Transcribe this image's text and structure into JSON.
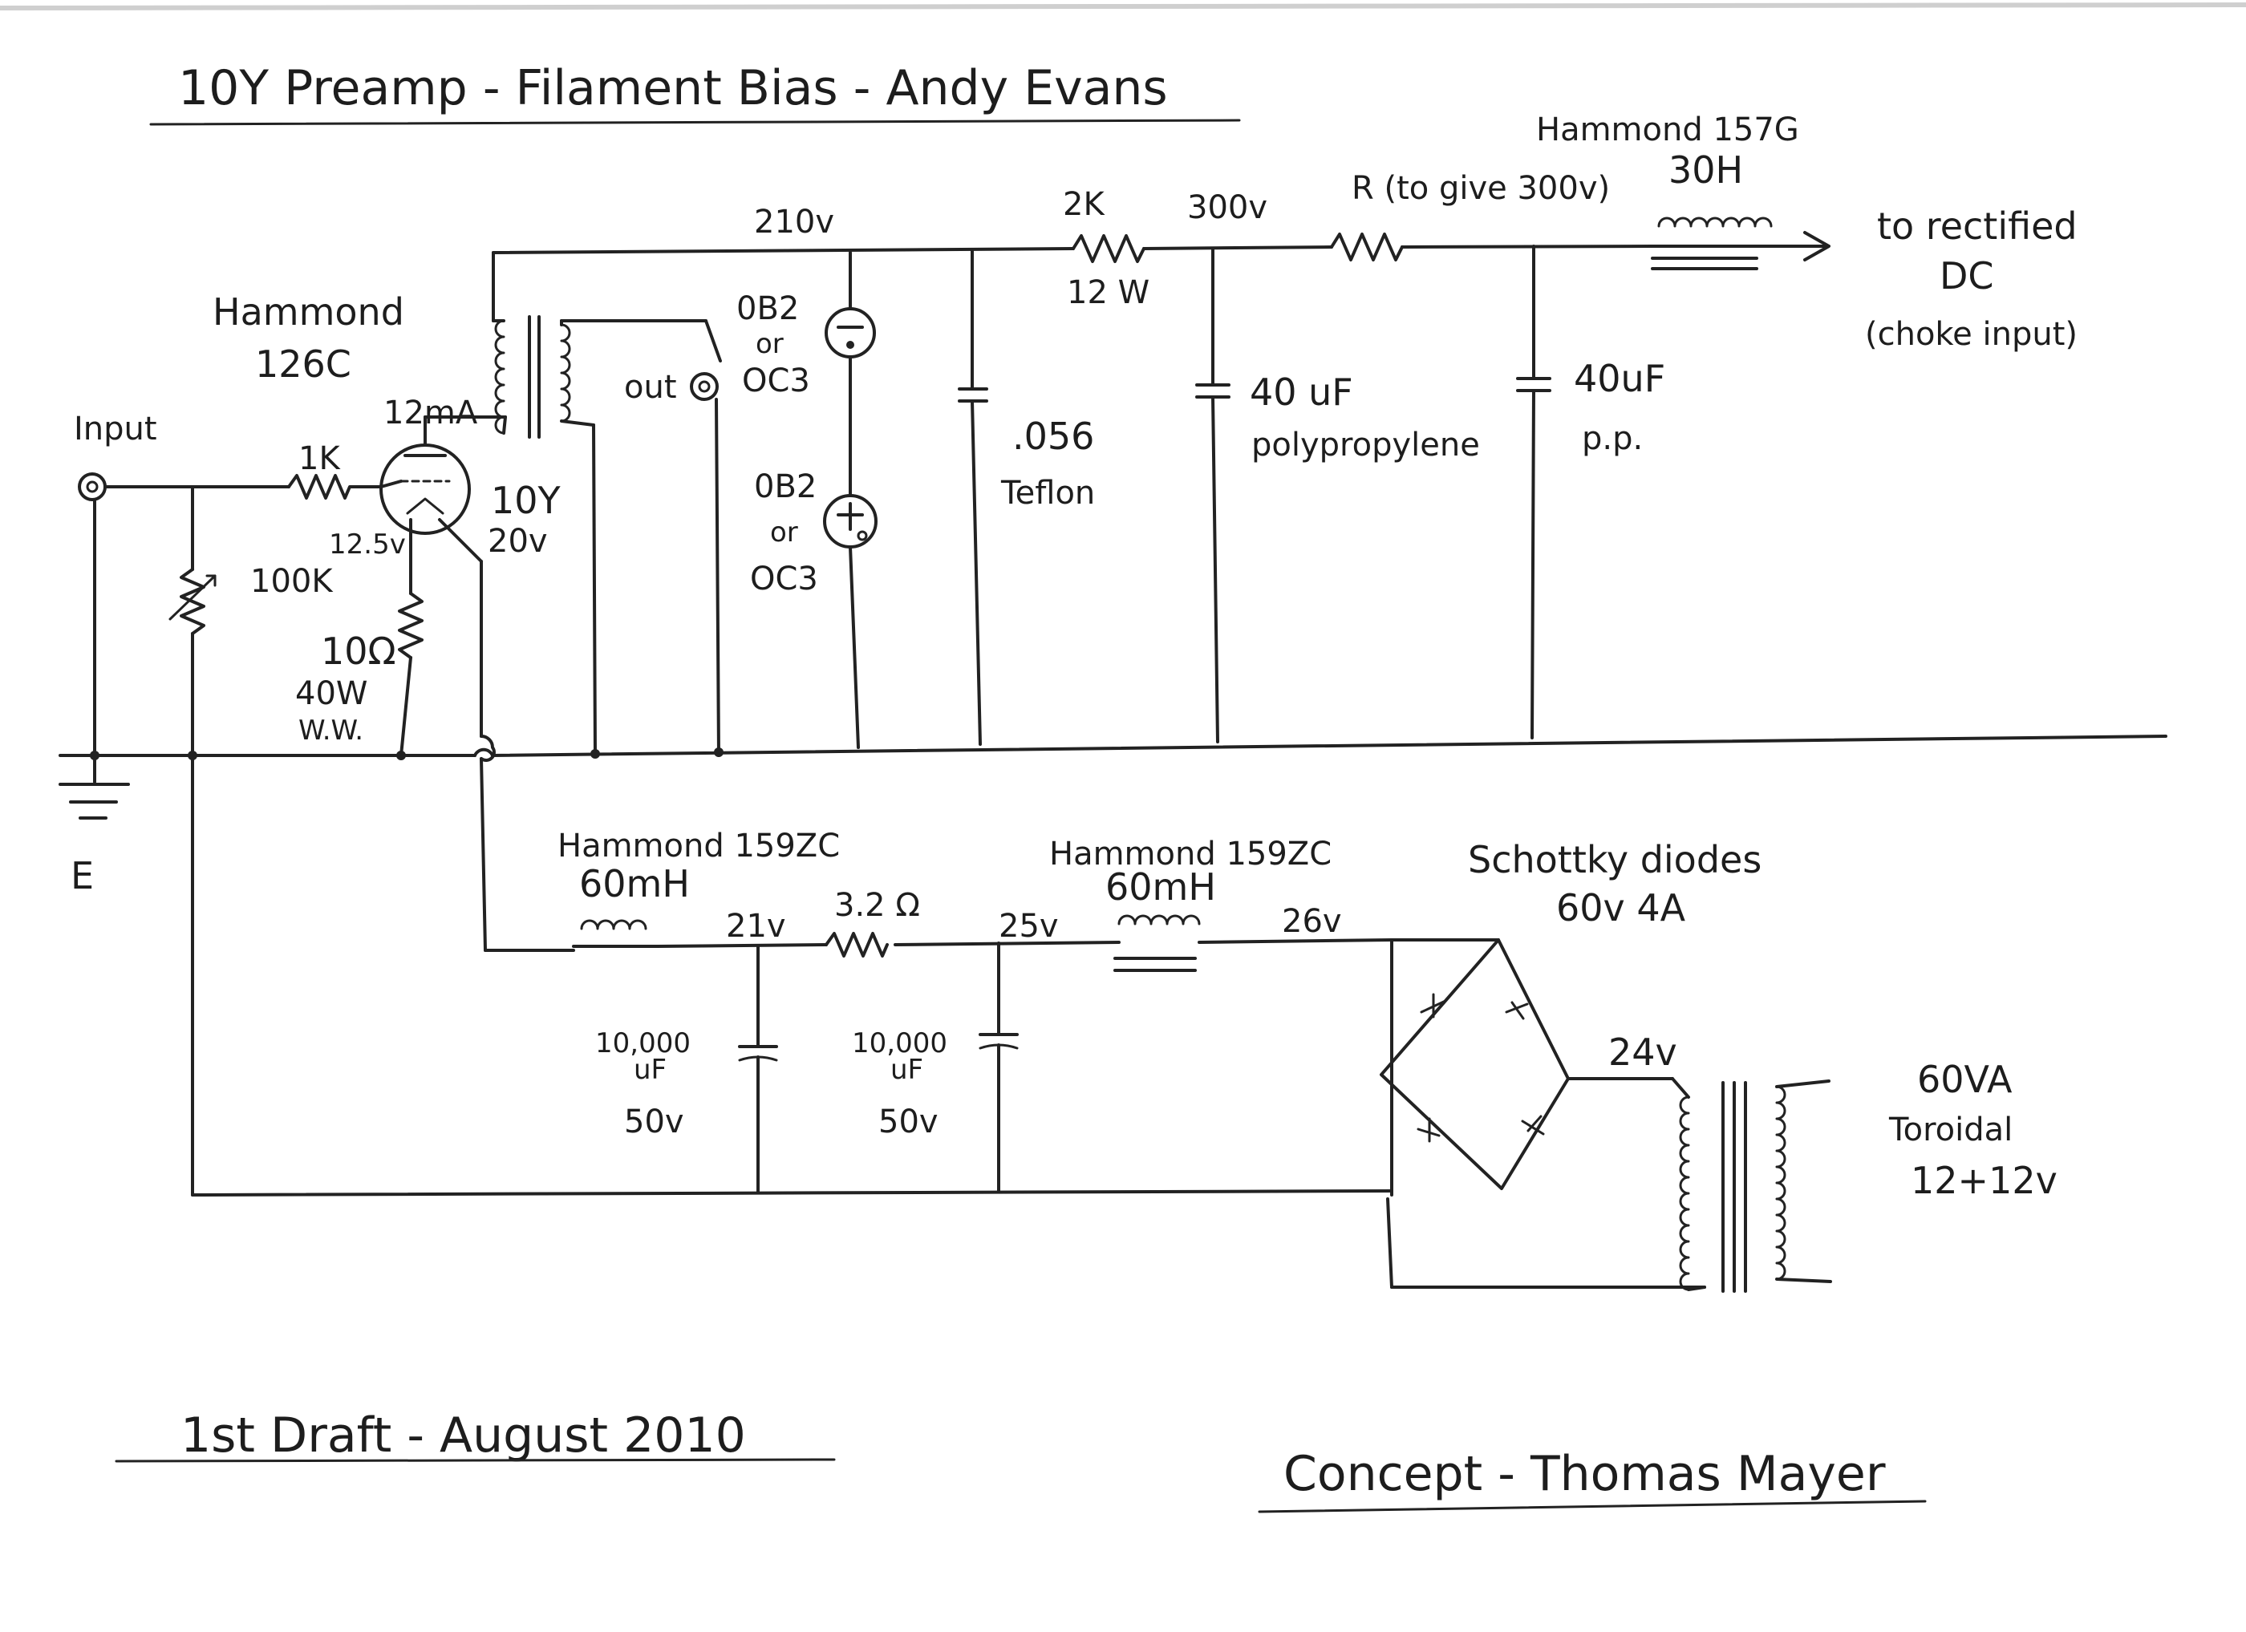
{
  "title": "10Y Preamp - Filament Bias - Andy Evans",
  "footer": {
    "draft": "1st Draft - August 2010",
    "concept": "Concept - Thomas Mayer"
  },
  "labels": {
    "input": "Input",
    "ground": "E",
    "out": "out",
    "r_1k": "1K",
    "pot_100k": "100K",
    "output_transformer_brand": "Hammond",
    "output_transformer_model": "126C",
    "plate_current": "12mA",
    "tube": "10Y",
    "tube_v1": "12.5v",
    "tube_v2": "20v",
    "r_10": "10Ω",
    "r_10_power": "40W",
    "r_10_type": "W.W.",
    "hv_210": "210v",
    "vr_tube1": "0B2",
    "vr_or1": "or",
    "vr_alt1": "OC3",
    "vr_tube2": "0B2",
    "vr_or2": "or",
    "vr_alt2": "OC3",
    "cap_056": ".056",
    "cap_056_type": "Teflon",
    "r_2k": "2K",
    "r_2k_power": "12 W",
    "hv_300": "300v",
    "r_adj": "R (to give 300v)",
    "cap_40_pp": "40 uF",
    "cap_40_pp_type": "polypropylene",
    "choke_brand": "Hammond 157G",
    "choke_value": "30H",
    "cap_40_b": "40uF",
    "cap_40_b_type": "p.p.",
    "to_dc_1": "to rectified",
    "to_dc_2": "DC",
    "to_dc_3": "(choke input)",
    "choke1_brand": "Hammond 159ZC",
    "choke1_value": "60mH",
    "v21": "21v",
    "r_32": "3.2 Ω",
    "v25": "25v",
    "choke2_brand": "Hammond 159ZC",
    "choke2_value": "60mH",
    "v26": "26v",
    "diodes_1": "Schottky diodes",
    "diodes_2": "60v 4A",
    "cap_10000_a_1": "10,000",
    "cap_10000_a_2": "uF",
    "cap_10000_a_v": "50v",
    "cap_10000_b_1": "10,000",
    "cap_10000_b_2": "uF",
    "cap_10000_b_v": "50v",
    "v24": "24v",
    "trafo_1": "60VA",
    "trafo_2": "Toroidal",
    "trafo_3": "12+12v"
  }
}
